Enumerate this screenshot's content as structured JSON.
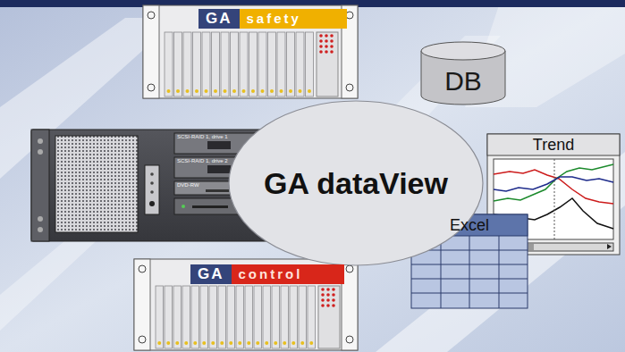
{
  "diagram": {
    "nodes": [
      {
        "text": [
          "GA",
          "safety"
        ]
      },
      {
        "text": [
          "DB"
        ]
      },
      {
        "text": [
          "GA dataView"
        ]
      },
      {
        "text": [
          "Trend"
        ]
      },
      {
        "text": [
          "Excel"
        ]
      },
      {
        "text": [
          "GA",
          "control"
        ]
      }
    ],
    "labels": [
      "SCSI-RAID 1, drive 1",
      "SCSI-RAID 1, drive 2",
      "DVD-RW"
    ]
  }
}
